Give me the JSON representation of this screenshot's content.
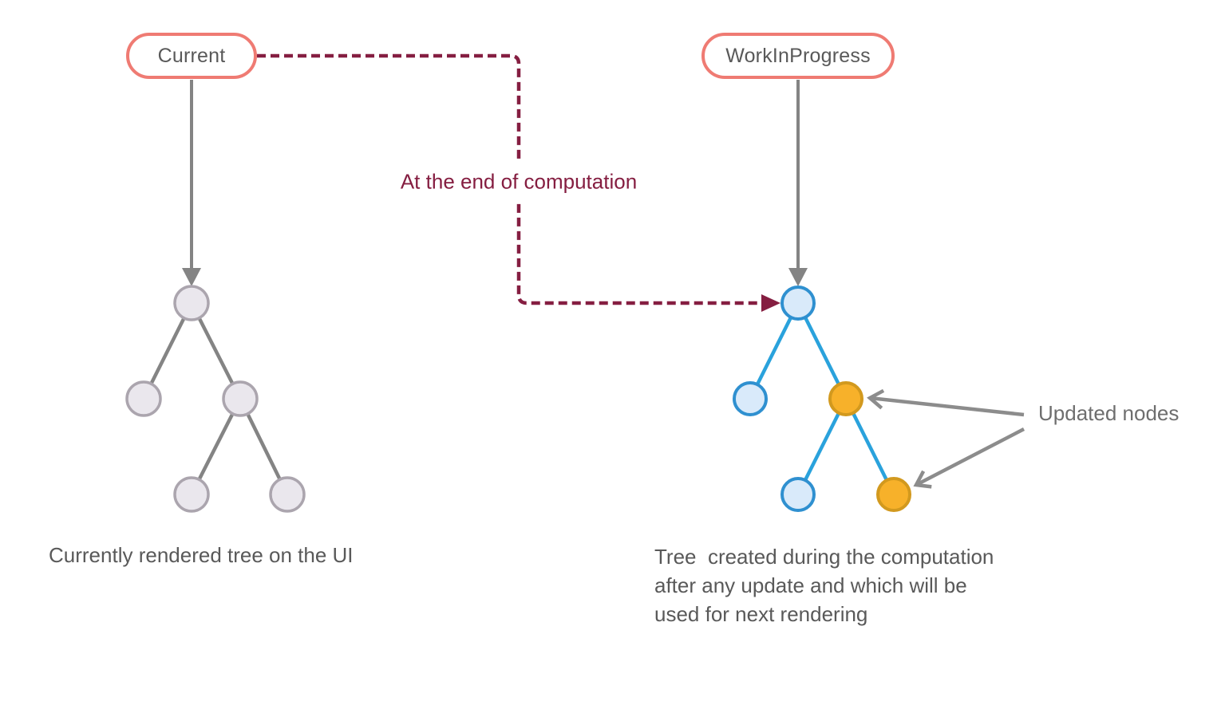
{
  "colors": {
    "background": "#ffffff",
    "pill_border": "#ef7b73",
    "text_gray": "#595959",
    "maroon": "#851e41",
    "edge_gray": "#848484",
    "annotation_gray": "#8c8c8c",
    "annotation_text": "#6e6e6e",
    "node_gray_fill": "#eae7ed",
    "node_gray_stroke": "#aba5ae",
    "node_blue_fill": "#d9eafa",
    "node_blue_stroke": "#2f90d0",
    "edge_blue": "#2aa2dc",
    "node_orange_fill": "#f7b12a",
    "node_orange_stroke": "#d2991e"
  },
  "diagram": {
    "transition_label": "At the end of computation",
    "annotation_label": "Updated nodes",
    "current_tree": {
      "label": "Current",
      "caption": "Currently rendered tree on the UI",
      "nodes": [
        {
          "id": "root",
          "state": "rendered"
        },
        {
          "id": "child-left",
          "state": "rendered"
        },
        {
          "id": "child-right",
          "state": "rendered"
        },
        {
          "id": "grandchild-left",
          "state": "rendered"
        },
        {
          "id": "grandchild-right",
          "state": "rendered"
        }
      ],
      "edges": [
        [
          "root",
          "child-left"
        ],
        [
          "root",
          "child-right"
        ],
        [
          "child-right",
          "grandchild-left"
        ],
        [
          "child-right",
          "grandchild-right"
        ]
      ]
    },
    "work_in_progress_tree": {
      "label": "WorkInProgress",
      "caption": "Tree  created during the computation\nafter any update and which will be\nused for next rendering",
      "nodes": [
        {
          "id": "root",
          "state": "unchanged"
        },
        {
          "id": "child-left",
          "state": "unchanged"
        },
        {
          "id": "child-right",
          "state": "updated"
        },
        {
          "id": "grandchild-left",
          "state": "unchanged"
        },
        {
          "id": "grandchild-right",
          "state": "updated"
        }
      ],
      "edges": [
        [
          "root",
          "child-left"
        ],
        [
          "root",
          "child-right"
        ],
        [
          "child-right",
          "grandchild-left"
        ],
        [
          "child-right",
          "grandchild-right"
        ]
      ]
    }
  }
}
